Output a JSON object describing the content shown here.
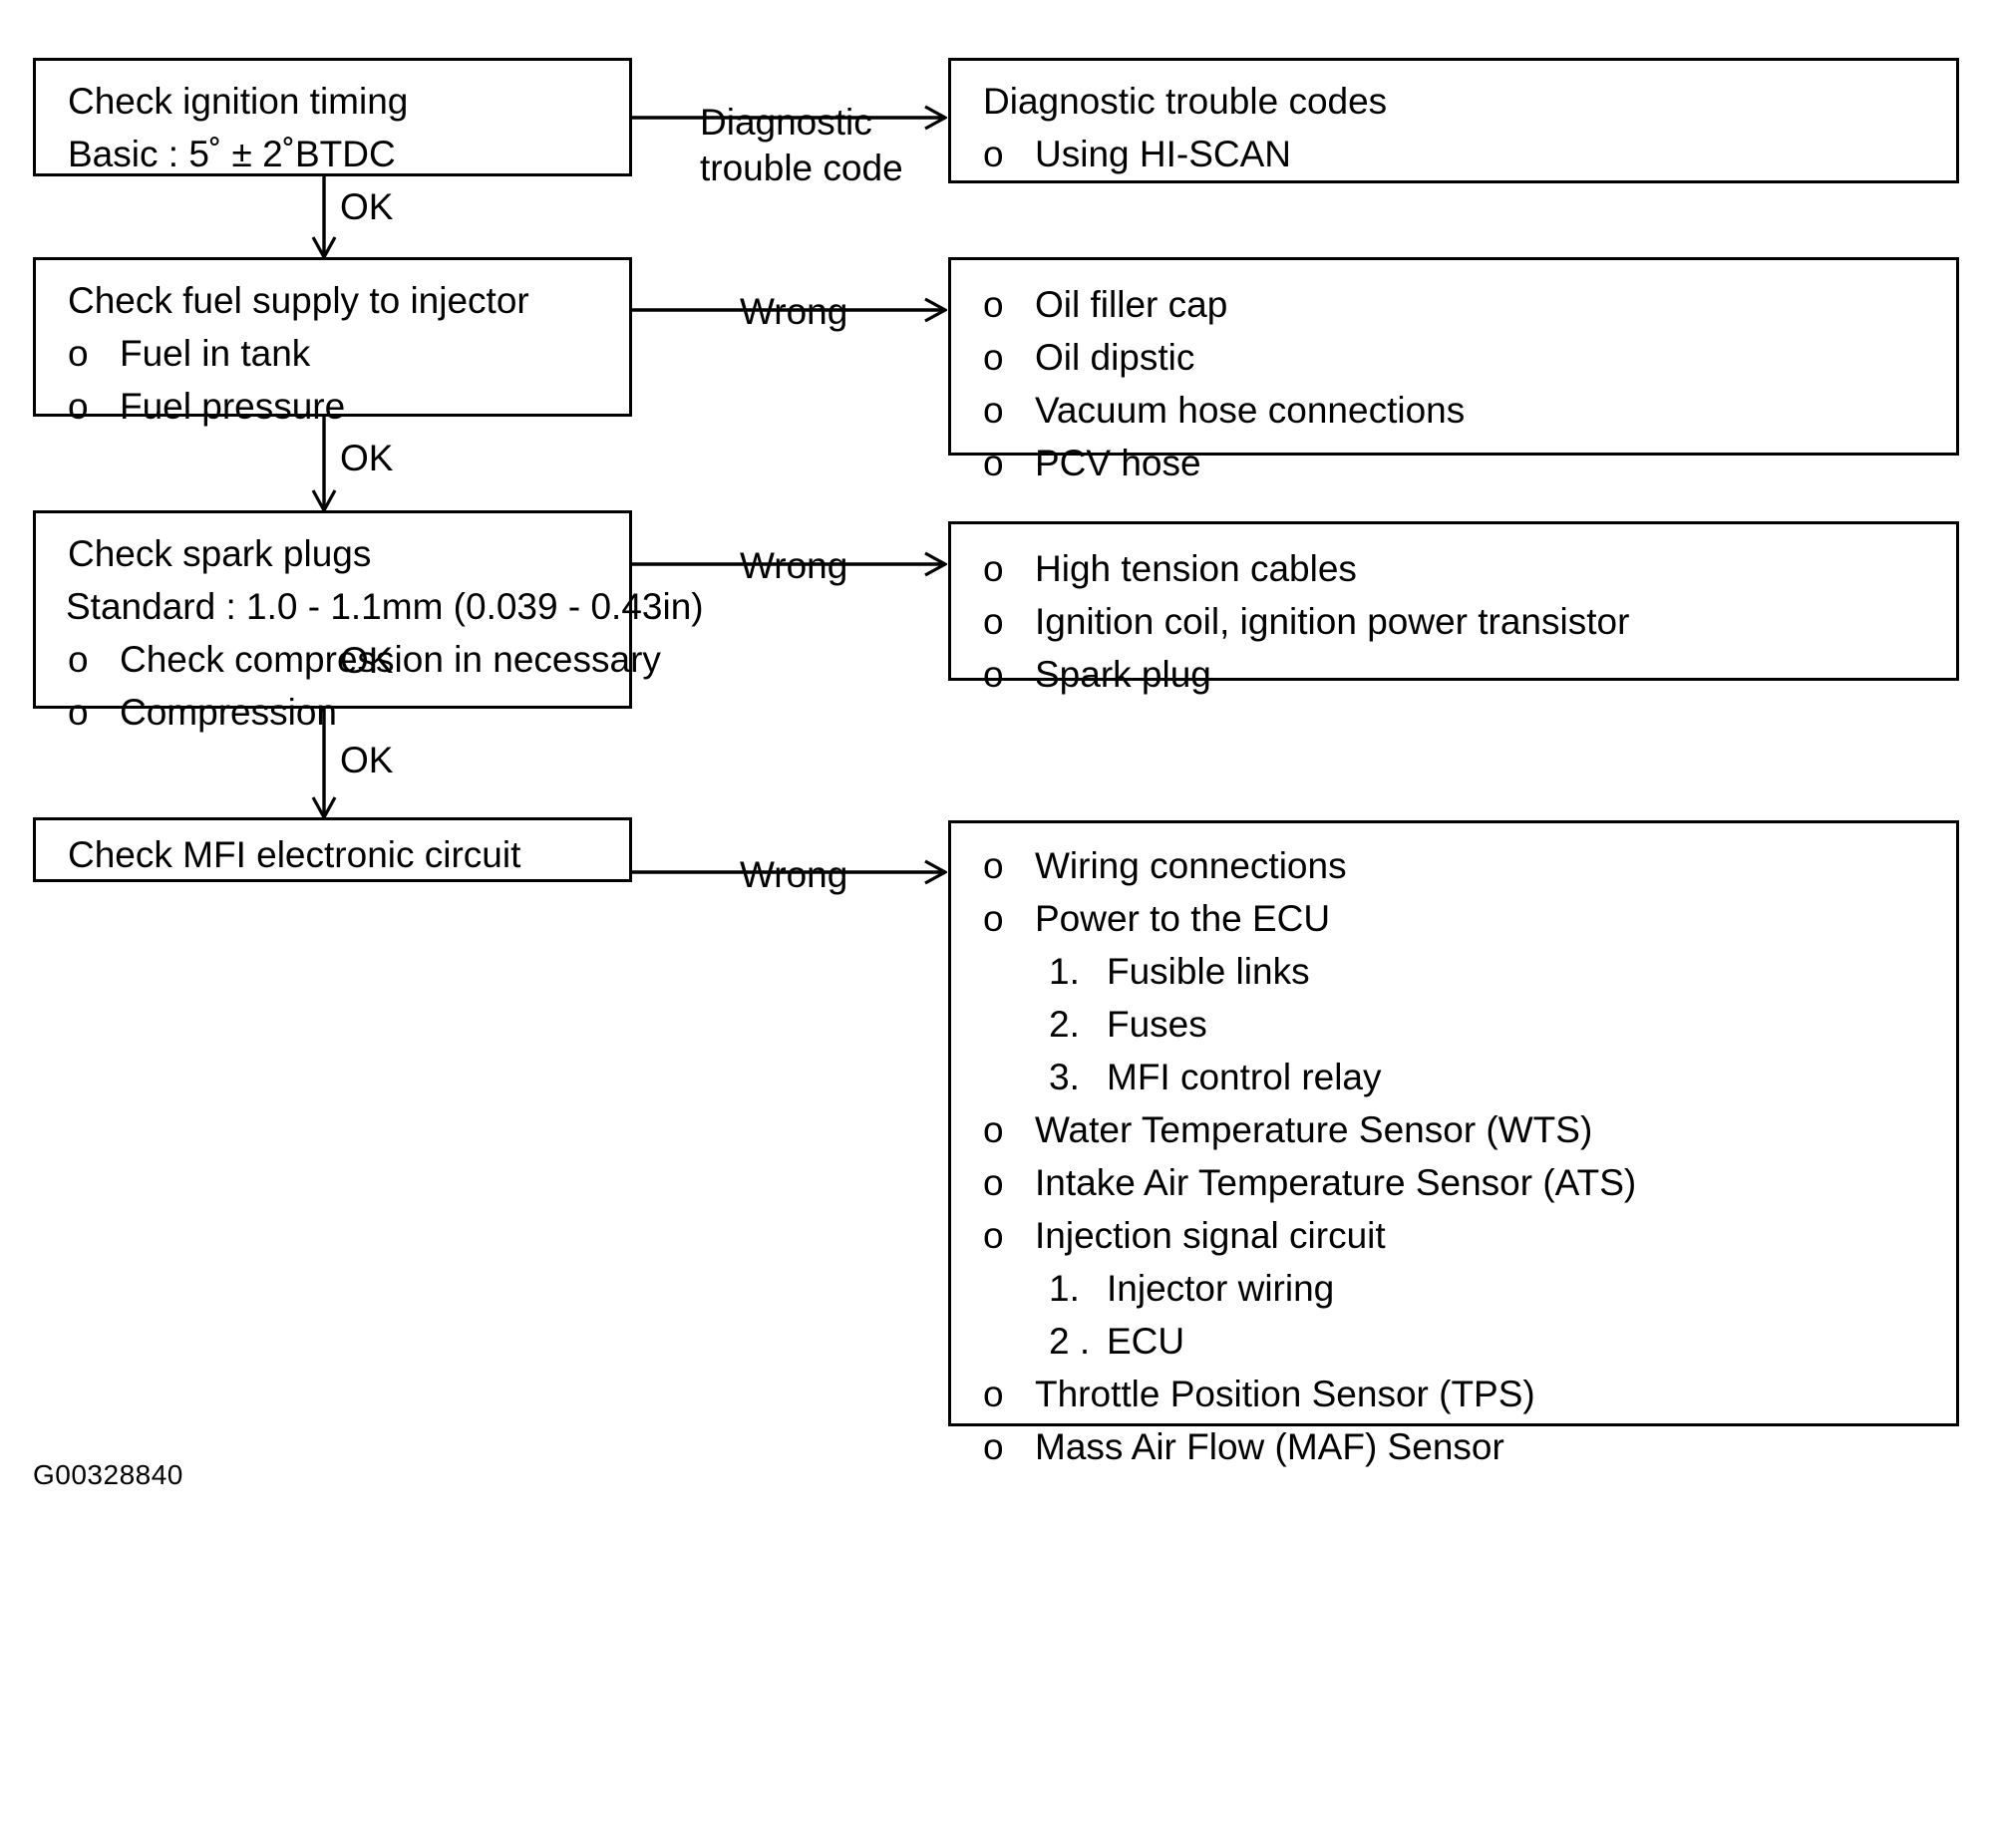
{
  "diagram": {
    "caption": "G00328840",
    "boxes": {
      "check_ignition_timing": {
        "title": "Check ignition timing",
        "spec": "Basic : 5˚ ± 2˚BTDC",
        "bullets": []
      },
      "diagnostic_trouble_codes": {
        "title": "Diagnostic trouble codes",
        "bullets": [
          "Using HI-SCAN"
        ]
      },
      "check_fuel_supply": {
        "title": "Check fuel supply to injector",
        "bullets": [
          "Fuel in tank",
          "Fuel pressure"
        ]
      },
      "fuel_wrong_items": {
        "bullets": [
          "Oil filler cap",
          "Oil dipstic",
          "Vacuum hose connections",
          "PCV hose"
        ]
      },
      "check_spark_plugs": {
        "title": "Check spark plugs",
        "spec": "Standard : 1.0 - 1.1mm (0.039 - 0.43in)",
        "bullets": [
          "Check compression in necessary",
          "Compression"
        ]
      },
      "spark_wrong_items": {
        "bullets": [
          "High tension cables",
          "Ignition coil, ignition power transistor",
          "Spark plug"
        ]
      },
      "check_mfi_circuit": {
        "title": "Check MFI electronic circuit",
        "bullets": []
      },
      "mfi_wrong_items": {
        "items": [
          {
            "level": "bullet",
            "mark": "o",
            "text": "Wiring connections"
          },
          {
            "level": "bullet",
            "mark": "o",
            "text": "Power to the ECU"
          },
          {
            "level": "sub",
            "mark": "1.",
            "text": "Fusible links"
          },
          {
            "level": "sub",
            "mark": "2.",
            "text": "Fuses"
          },
          {
            "level": "sub",
            "mark": "3.",
            "text": "MFI control relay"
          },
          {
            "level": "bullet",
            "mark": "o",
            "text": "Water Temperature Sensor (WTS)"
          },
          {
            "level": "bullet",
            "mark": "o",
            "text": "Intake Air Temperature Sensor (ATS)"
          },
          {
            "level": "bullet",
            "mark": "o",
            "text": "Injection signal circuit"
          },
          {
            "level": "sub",
            "mark": "1.",
            "text": "Injector wiring"
          },
          {
            "level": "sub",
            "mark": "2 .",
            "text": "ECU"
          },
          {
            "level": "bullet",
            "mark": "o",
            "text": "Throttle Position Sensor (TPS)"
          },
          {
            "level": "bullet",
            "mark": "o",
            "text": "Mass Air Flow (MAF) Sensor"
          }
        ]
      }
    },
    "edge_labels": {
      "diagnostic_trouble_code_line1": "Diagnostic",
      "diagnostic_trouble_code_line2": "trouble code",
      "ok_1": "OK",
      "ok_2": "OK",
      "ok_3": "OK",
      "ok_stray": "OK",
      "wrong_1": "Wrong",
      "wrong_2": "Wrong",
      "wrong_3": "Wrong"
    }
  }
}
